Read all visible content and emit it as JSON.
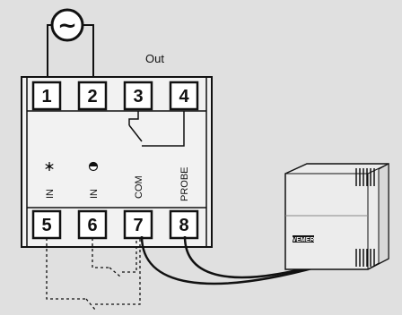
{
  "source_symbol": "~",
  "out_label": "Out",
  "terminals_top": [
    "1",
    "2",
    "3",
    "4"
  ],
  "terminals_bottom": [
    "5",
    "6",
    "7",
    "8"
  ],
  "input_labels": {
    "in1": "IN",
    "in2": "IN",
    "com": "COM",
    "probe": "PROBE"
  },
  "icons": {
    "in1": "snowflake-icon",
    "in2": "half-filled-circle-icon"
  },
  "sensor_logo": "VEMER",
  "colors": {
    "background": "#e0e0e0",
    "device_body": "#f2f2f2",
    "terminal_fill": "#ffffff",
    "stroke": "#111111",
    "sensor_body": "#ececec"
  }
}
